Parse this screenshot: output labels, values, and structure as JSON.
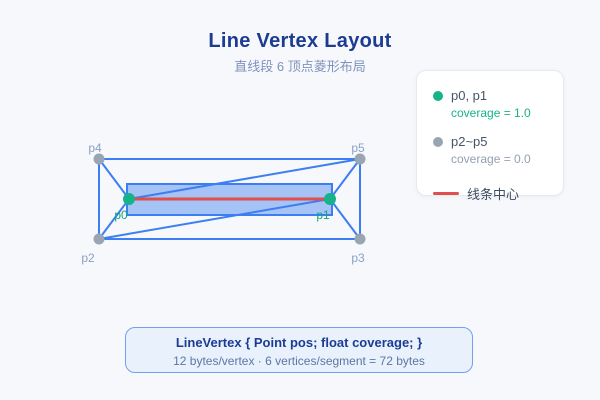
{
  "title": "Line Vertex Layout",
  "subtitle": "直线段 6 顶点菱形布局",
  "diagram": {
    "vertex_labels": {
      "p0": "p0",
      "p1": "p1",
      "p2": "p2",
      "p3": "p3",
      "p4": "p4",
      "p5": "p5"
    },
    "colors": {
      "edge_blue": "#3d7ef2",
      "quad_fill": "#a6c3f6",
      "center_line_red": "#de4f4e",
      "cap_vertex_green": "#16b289",
      "outer_vertex_gray": "#9aa5b4",
      "cap_label_green": "#0fa87b",
      "outer_label_gray": "#8b9fc6"
    }
  },
  "legend": {
    "items": [
      {
        "swatch": "dot",
        "color": "#16b289",
        "label": "p0, p1",
        "sub": "coverage = 1.0"
      },
      {
        "swatch": "dot",
        "color": "#9aa5b4",
        "label": "p2~p5",
        "sub": "coverage = 0.0"
      },
      {
        "swatch": "line",
        "color": "#de4f4e",
        "label": "线条中心"
      }
    ]
  },
  "infobox": {
    "line1": "LineVertex { Point pos; float coverage; }",
    "line2": "12 bytes/vertex · 6 vertices/segment = 72 bytes"
  }
}
